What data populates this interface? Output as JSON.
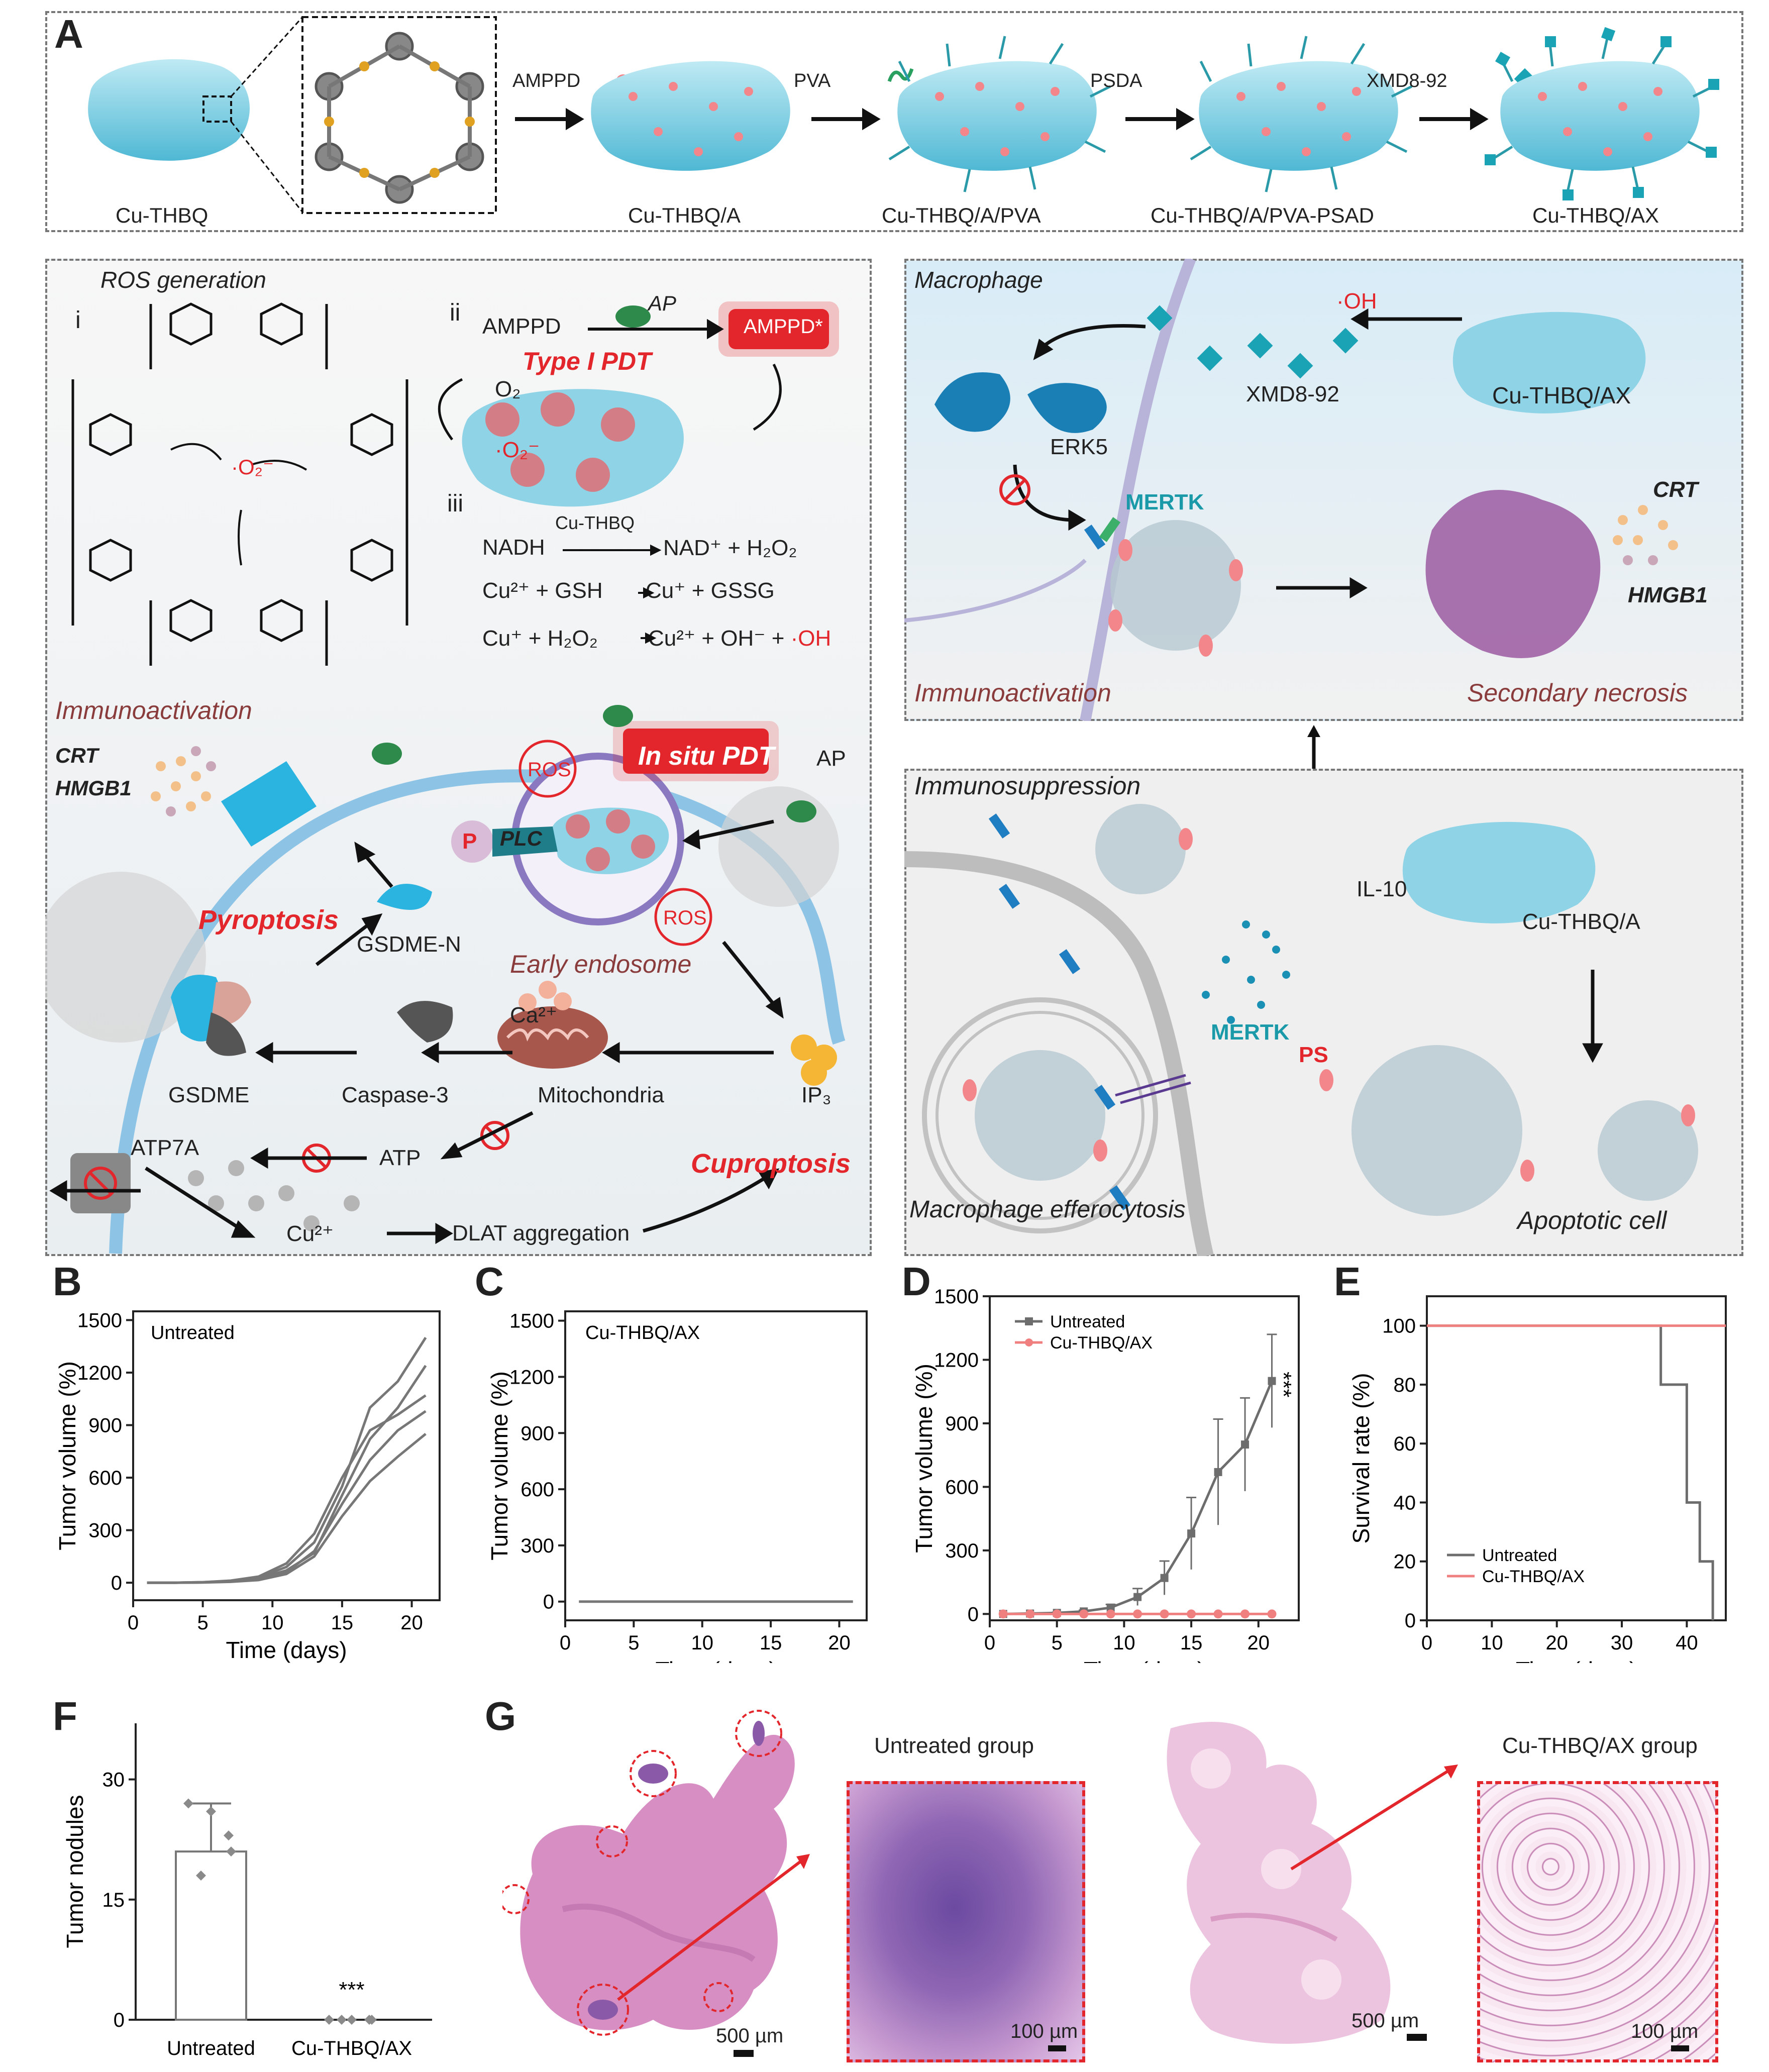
{
  "panel_labels": {
    "A": "A",
    "B": "B",
    "C": "C",
    "D": "D",
    "E": "E",
    "F": "F",
    "G": "G"
  },
  "panelA": {
    "items": [
      "Cu-THBQ",
      "Cu-THBQ/A",
      "Cu-THBQ/A/PVA",
      "Cu-THBQ/A/PVA-PSAD",
      "Cu-THBQ/AX"
    ],
    "arrows": [
      "AMPPD",
      "PVA",
      "PSDA",
      "XMD8-92"
    ]
  },
  "mech": {
    "ros_title": "ROS generation",
    "i": "i",
    "ii": "ii",
    "iii": "iii",
    "o2m": "·O₂⁻",
    "o2": "O₂",
    "amppd": "AMPPD",
    "ap": "AP",
    "amppd_star": "AMPPD*",
    "type1": "Type I PDT",
    "o2_2": "O₂",
    "o2m_2": "·O₂⁻",
    "cuthbq": "Cu-THBQ",
    "eq1a": "NADH",
    "eq1b": "NAD⁺ + H₂O₂",
    "eq2a": "Cu²⁺ + GSH",
    "eq2b": "Cu⁺ +  GSSG",
    "eq3a": "Cu⁺ + H₂O₂",
    "eq3b": "Cu²⁺ + OH⁻ + ",
    "eq3c": "·OH",
    "immuno": "Immunoactivation",
    "crt": "CRT",
    "hmgb1": "HMGB1",
    "ros": "ROS",
    "insitu": "In situ PDT",
    "ap2": "AP",
    "p": "P",
    "plc": "PLC",
    "pyroptosis": "Pyroptosis",
    "gsdmen": "GSDME-N",
    "early": "Early endosome",
    "ca": "Ca²⁺",
    "gsdme": "GSDME",
    "casp": "Caspase-3",
    "mito": "Mitochondria",
    "ip3": "IP₃",
    "atp7a": "ATP7A",
    "atp": "ATP",
    "cu2": "Cu²⁺",
    "dlat": "DLAT aggregation",
    "cupro": "Cuproptosis"
  },
  "right_top": {
    "macrophage": "Macrophage",
    "oh": "·OH",
    "xmd": "XMD8-92",
    "erk5": "ERK5",
    "cuax": "Cu-THBQ/AX",
    "mertk": "MERTK",
    "crt": "CRT",
    "hmgb1": "HMGB1",
    "immuno": "Immunoactivation",
    "necrosis": "Secondary necrosis"
  },
  "right_bot": {
    "title": "Immunosuppression",
    "il10": "IL-10",
    "cua": "Cu-THBQ/A",
    "mertk": "MERTK",
    "ps": "PS",
    "eff": "Macrophage efferocytosis",
    "apop": "Apoptotic cell"
  },
  "chart_data": [
    {
      "type": "line",
      "panel": "B",
      "annotation": "Untreated",
      "xlabel": "Time (days)",
      "ylabel": "Tumor volume  (%)",
      "xlim": [
        0,
        22
      ],
      "ylim": [
        -100,
        1550
      ],
      "xticks": [
        0,
        5,
        10,
        15,
        20
      ],
      "yticks": [
        0,
        300,
        600,
        900,
        1200,
        1500
      ],
      "x": [
        1,
        3,
        5,
        7,
        9,
        11,
        13,
        15,
        17,
        19,
        21
      ],
      "series": [
        {
          "values": [
            0,
            0,
            3,
            10,
            30,
            90,
            230,
            550,
            1000,
            1150,
            1400
          ]
        },
        {
          "values": [
            0,
            0,
            2,
            8,
            25,
            70,
            170,
            500,
            820,
            1000,
            1240
          ]
        },
        {
          "values": [
            0,
            0,
            3,
            12,
            35,
            110,
            280,
            600,
            870,
            960,
            1070
          ]
        },
        {
          "values": [
            0,
            0,
            2,
            6,
            20,
            60,
            180,
            450,
            700,
            870,
            980
          ]
        },
        {
          "values": [
            0,
            0,
            1,
            5,
            15,
            50,
            150,
            380,
            580,
            720,
            850
          ]
        }
      ]
    },
    {
      "type": "line",
      "panel": "C",
      "annotation": "Cu-THBQ/AX",
      "xlabel": "Time (days)",
      "ylabel": "Tumor volume  (%)",
      "xlim": [
        0,
        22
      ],
      "ylim": [
        -100,
        1550
      ],
      "xticks": [
        0,
        5,
        10,
        15,
        20
      ],
      "yticks": [
        0,
        300,
        600,
        900,
        1200,
        1500
      ],
      "x": [
        1,
        21
      ],
      "series": [
        {
          "values": [
            0,
            0
          ]
        }
      ]
    },
    {
      "type": "line",
      "panel": "D",
      "xlabel": "Time (days)",
      "ylabel": "Tumor volume  (%)",
      "xlim": [
        0,
        23
      ],
      "ylim": [
        -30,
        1500
      ],
      "xticks": [
        0,
        5,
        10,
        15,
        20
      ],
      "yticks": [
        0,
        300,
        600,
        900,
        1200,
        1500
      ],
      "annotation": "***",
      "x": [
        1,
        3,
        5,
        7,
        9,
        11,
        13,
        15,
        17,
        19,
        21
      ],
      "series": [
        {
          "name": "Untreated",
          "color": "#6d6d6d",
          "values": [
            0,
            2,
            5,
            12,
            30,
            80,
            170,
            380,
            670,
            800,
            1100
          ],
          "err": [
            0,
            2,
            3,
            6,
            15,
            40,
            80,
            170,
            250,
            220,
            220
          ]
        },
        {
          "name": "Cu-THBQ/AX",
          "color": "#f08080",
          "values": [
            0,
            0,
            0,
            0,
            0,
            0,
            0,
            0,
            0,
            0,
            0
          ],
          "err": [
            0,
            0,
            0,
            0,
            0,
            0,
            0,
            0,
            0,
            0,
            0
          ]
        }
      ]
    },
    {
      "type": "line",
      "panel": "E",
      "xlabel": "Time (days)",
      "ylabel": "Survival rate  (%)",
      "xlim": [
        0,
        46
      ],
      "ylim": [
        0,
        110
      ],
      "xticks": [
        0,
        10,
        20,
        30,
        40
      ],
      "yticks": [
        0,
        20,
        40,
        60,
        80,
        100
      ],
      "series": [
        {
          "name": "Untreated",
          "color": "#6d6d6d",
          "x": [
            0,
            36,
            36,
            40,
            40,
            42,
            42,
            44,
            44
          ],
          "values": [
            100,
            100,
            80,
            80,
            40,
            40,
            20,
            20,
            0
          ]
        },
        {
          "name": "Cu-THBQ/AX",
          "color": "#f08080",
          "x": [
            0,
            46
          ],
          "values": [
            100,
            100
          ]
        }
      ]
    },
    {
      "type": "bar",
      "panel": "F",
      "ylabel": "Tumor nodules",
      "categories": [
        "Untreated",
        "Cu-THBQ/AX"
      ],
      "values": [
        21,
        0
      ],
      "err": [
        6,
        0
      ],
      "ylim": [
        0,
        37
      ],
      "yticks": [
        0,
        15,
        30
      ],
      "annotation": "***",
      "points": [
        [
          27,
          26,
          23,
          18,
          21
        ],
        [
          0,
          0,
          0,
          0,
          0
        ]
      ]
    }
  ],
  "panelG": {
    "untreated": "Untreated group",
    "treated": "Cu-THBQ/AX group",
    "sb1": "500 µm",
    "sb2": "100 µm",
    "sb3": "500 µm",
    "sb4": "100 µm"
  }
}
